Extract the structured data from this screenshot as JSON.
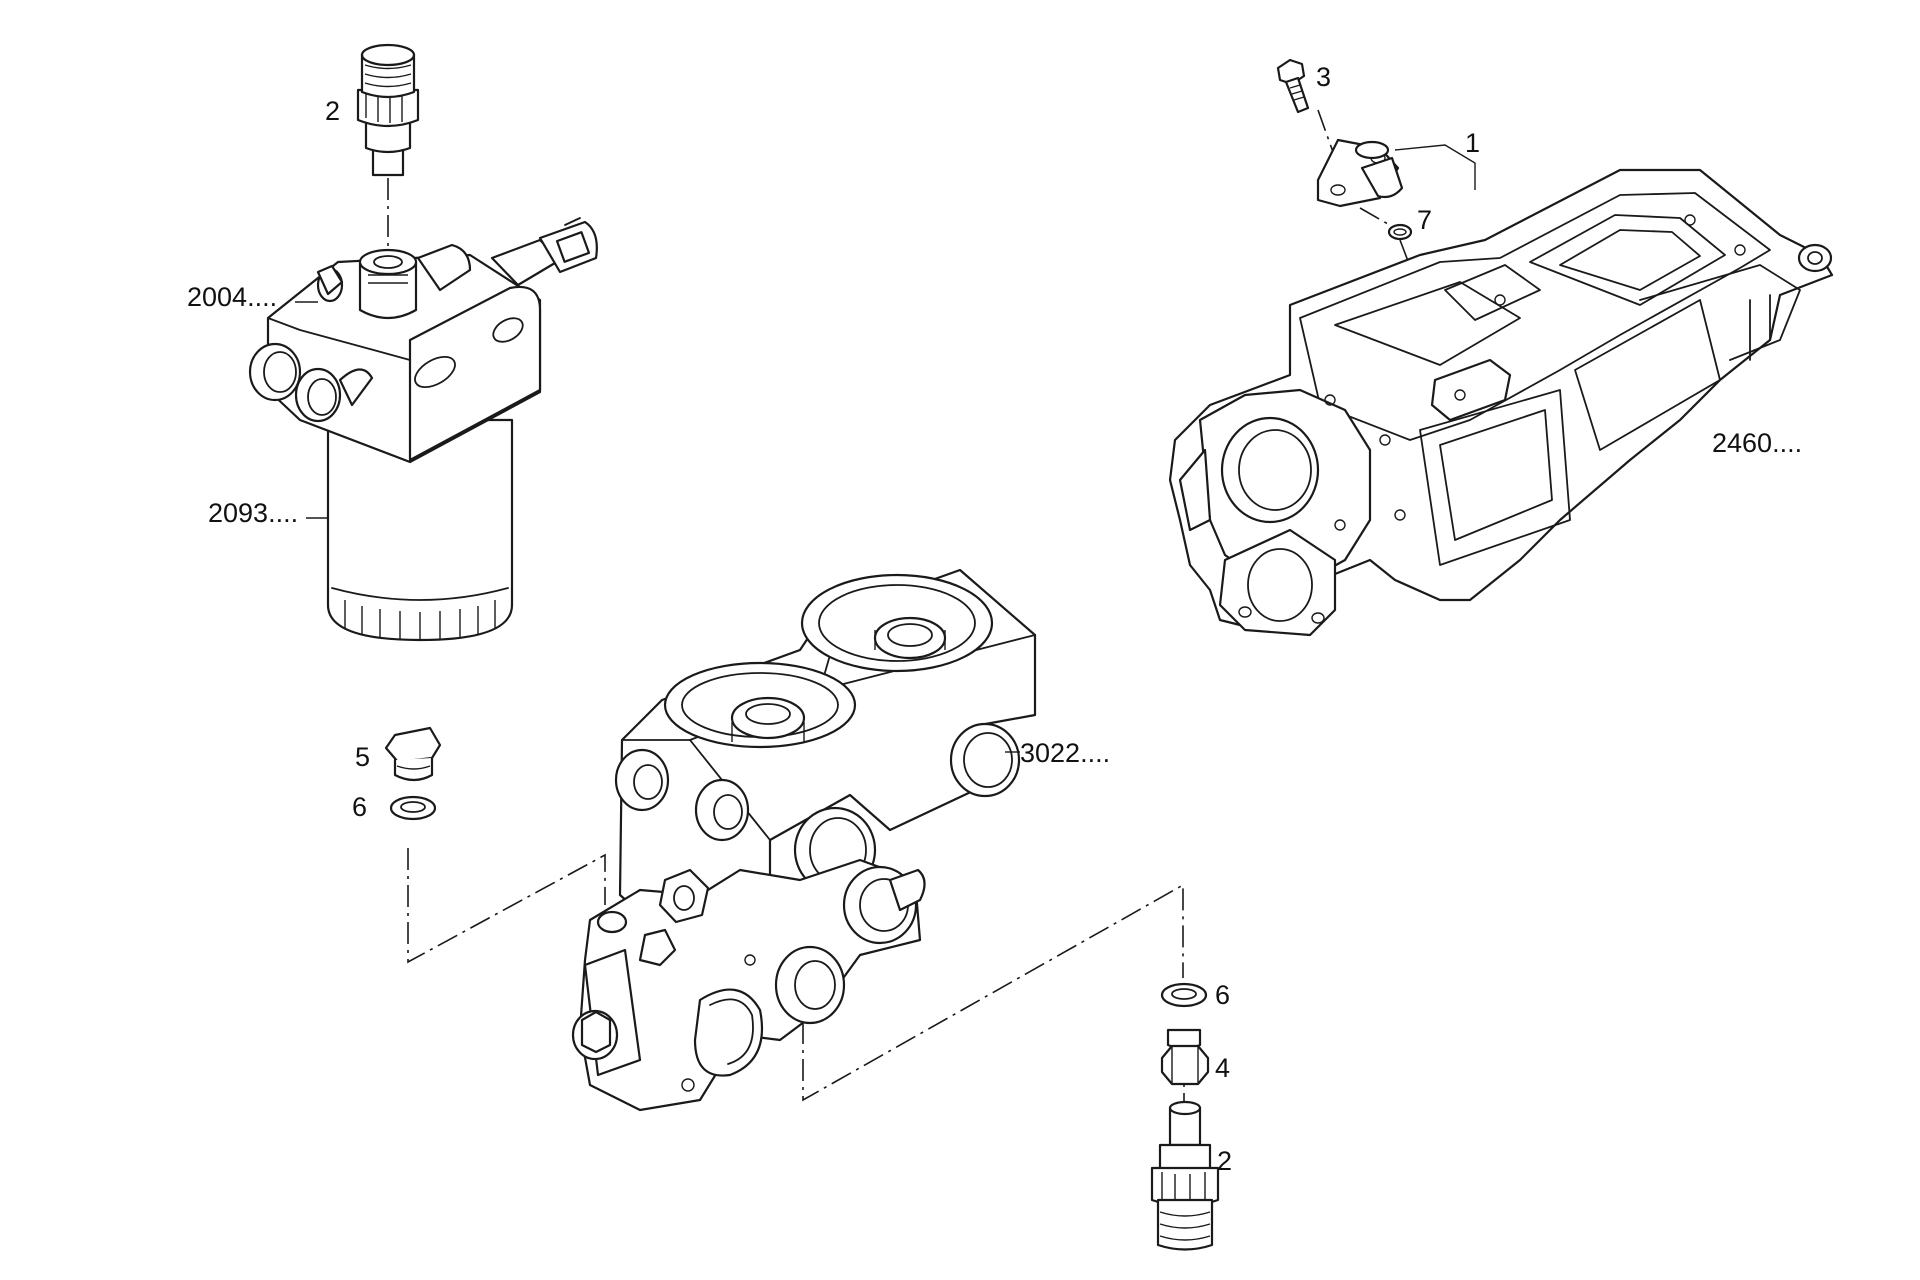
{
  "labels": {
    "item_1": "1",
    "item_2_top": "2",
    "item_2_bottom": "2",
    "item_3": "3",
    "item_4": "4",
    "item_5": "5",
    "item_6_left": "6",
    "item_6_right": "6",
    "item_7": "7",
    "ref_2004": "2004....",
    "ref_2093": "2093....",
    "ref_2460": "2460....",
    "ref_3022": "3022...."
  }
}
